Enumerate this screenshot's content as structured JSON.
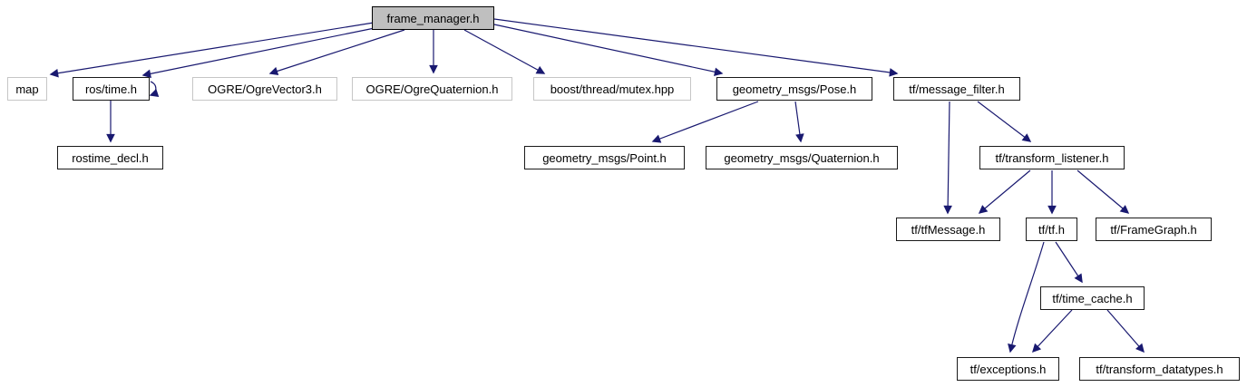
{
  "graph": {
    "root_file": "frame_manager.h",
    "nodes": {
      "frame_manager": {
        "label": "frame_manager.h",
        "style": "highlighted",
        "linked": false
      },
      "map": {
        "label": "map",
        "style": "plain",
        "linked": false
      },
      "ros_time": {
        "label": "ros/time.h",
        "style": "linked",
        "linked": true
      },
      "ogre_vector3": {
        "label": "OGRE/OgreVector3.h",
        "style": "plain",
        "linked": false
      },
      "ogre_quaternion": {
        "label": "OGRE/OgreQuaternion.h",
        "style": "plain",
        "linked": false
      },
      "boost_mutex": {
        "label": "boost/thread/mutex.hpp",
        "style": "plain",
        "linked": false
      },
      "pose": {
        "label": "geometry_msgs/Pose.h",
        "style": "linked",
        "linked": true
      },
      "message_filter": {
        "label": "tf/message_filter.h",
        "style": "linked",
        "linked": true
      },
      "rostime_decl": {
        "label": "rostime_decl.h",
        "style": "linked",
        "linked": true
      },
      "point": {
        "label": "geometry_msgs/Point.h",
        "style": "linked",
        "linked": true
      },
      "quaternion": {
        "label": "geometry_msgs/Quaternion.h",
        "style": "linked",
        "linked": true
      },
      "transform_listener": {
        "label": "tf/transform_listener.h",
        "style": "linked",
        "linked": true
      },
      "tf_message": {
        "label": "tf/tfMessage.h",
        "style": "linked",
        "linked": true
      },
      "tf": {
        "label": "tf/tf.h",
        "style": "linked",
        "linked": true
      },
      "frame_graph": {
        "label": "tf/FrameGraph.h",
        "style": "linked",
        "linked": true
      },
      "time_cache": {
        "label": "tf/time_cache.h",
        "style": "linked",
        "linked": true
      },
      "exceptions": {
        "label": "tf/exceptions.h",
        "style": "linked",
        "linked": true
      },
      "transform_datatypes": {
        "label": "tf/transform_datatypes.h",
        "style": "linked",
        "linked": true
      }
    },
    "edges": [
      {
        "from": "frame_manager.h",
        "to": "map"
      },
      {
        "from": "frame_manager.h",
        "to": "ros/time.h"
      },
      {
        "from": "frame_manager.h",
        "to": "OGRE/OgreVector3.h"
      },
      {
        "from": "frame_manager.h",
        "to": "OGRE/OgreQuaternion.h"
      },
      {
        "from": "frame_manager.h",
        "to": "boost/thread/mutex.hpp"
      },
      {
        "from": "frame_manager.h",
        "to": "geometry_msgs/Pose.h"
      },
      {
        "from": "frame_manager.h",
        "to": "tf/message_filter.h"
      },
      {
        "from": "ros/time.h",
        "to": "ros/time.h"
      },
      {
        "from": "ros/time.h",
        "to": "rostime_decl.h"
      },
      {
        "from": "geometry_msgs/Pose.h",
        "to": "geometry_msgs/Point.h"
      },
      {
        "from": "geometry_msgs/Pose.h",
        "to": "geometry_msgs/Quaternion.h"
      },
      {
        "from": "tf/message_filter.h",
        "to": "tf/tfMessage.h"
      },
      {
        "from": "tf/message_filter.h",
        "to": "tf/transform_listener.h"
      },
      {
        "from": "tf/transform_listener.h",
        "to": "tf/tfMessage.h"
      },
      {
        "from": "tf/transform_listener.h",
        "to": "tf/tf.h"
      },
      {
        "from": "tf/transform_listener.h",
        "to": "tf/FrameGraph.h"
      },
      {
        "from": "tf/tf.h",
        "to": "tf/exceptions.h"
      },
      {
        "from": "tf/tf.h",
        "to": "tf/time_cache.h"
      },
      {
        "from": "tf/time_cache.h",
        "to": "tf/exceptions.h"
      },
      {
        "from": "tf/time_cache.h",
        "to": "tf/transform_datatypes.h"
      }
    ],
    "colors": {
      "edge": "#191970",
      "highlight_fill": "#bfbfbf",
      "linked_border": "#1a1a1a",
      "plain_border": "#c6c6c6",
      "background": "#ffffff"
    }
  }
}
